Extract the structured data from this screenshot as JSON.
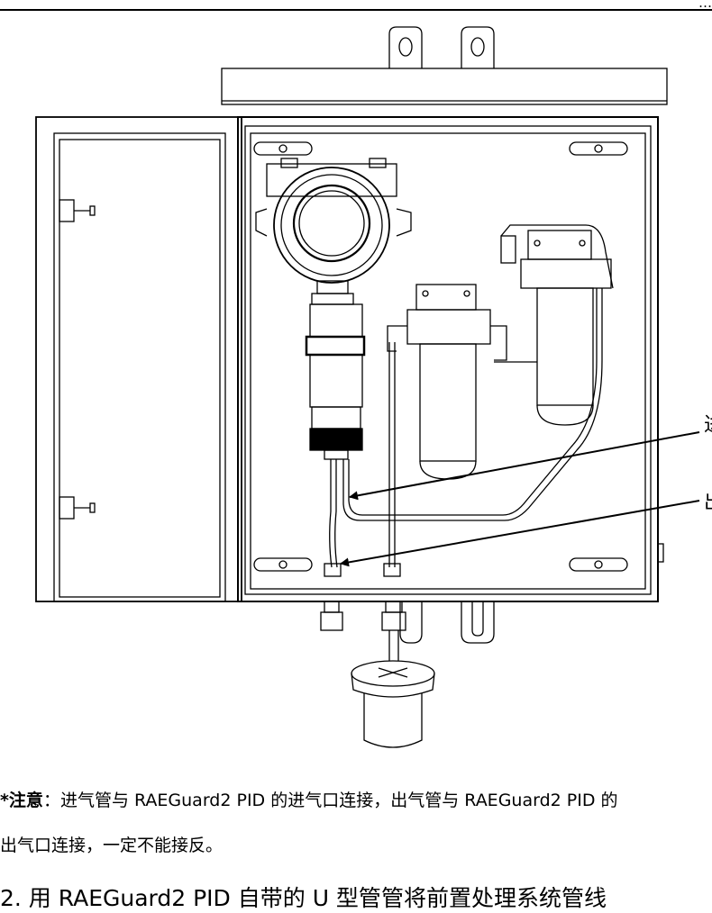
{
  "page": {
    "header_fragment": "…",
    "figure_callouts": [
      "进",
      "出"
    ],
    "note": {
      "prefix": "*注意",
      "line1": "：进气管与 RAEGuard2 PID 的进气口连接，出气管与 RAEGuard2 PID 的",
      "line2": "出气口连接，一定不能接反。"
    },
    "step_text": "2. 用 RAEGuard2 PID 自带的 U 型管管将前置处理系统管线"
  }
}
